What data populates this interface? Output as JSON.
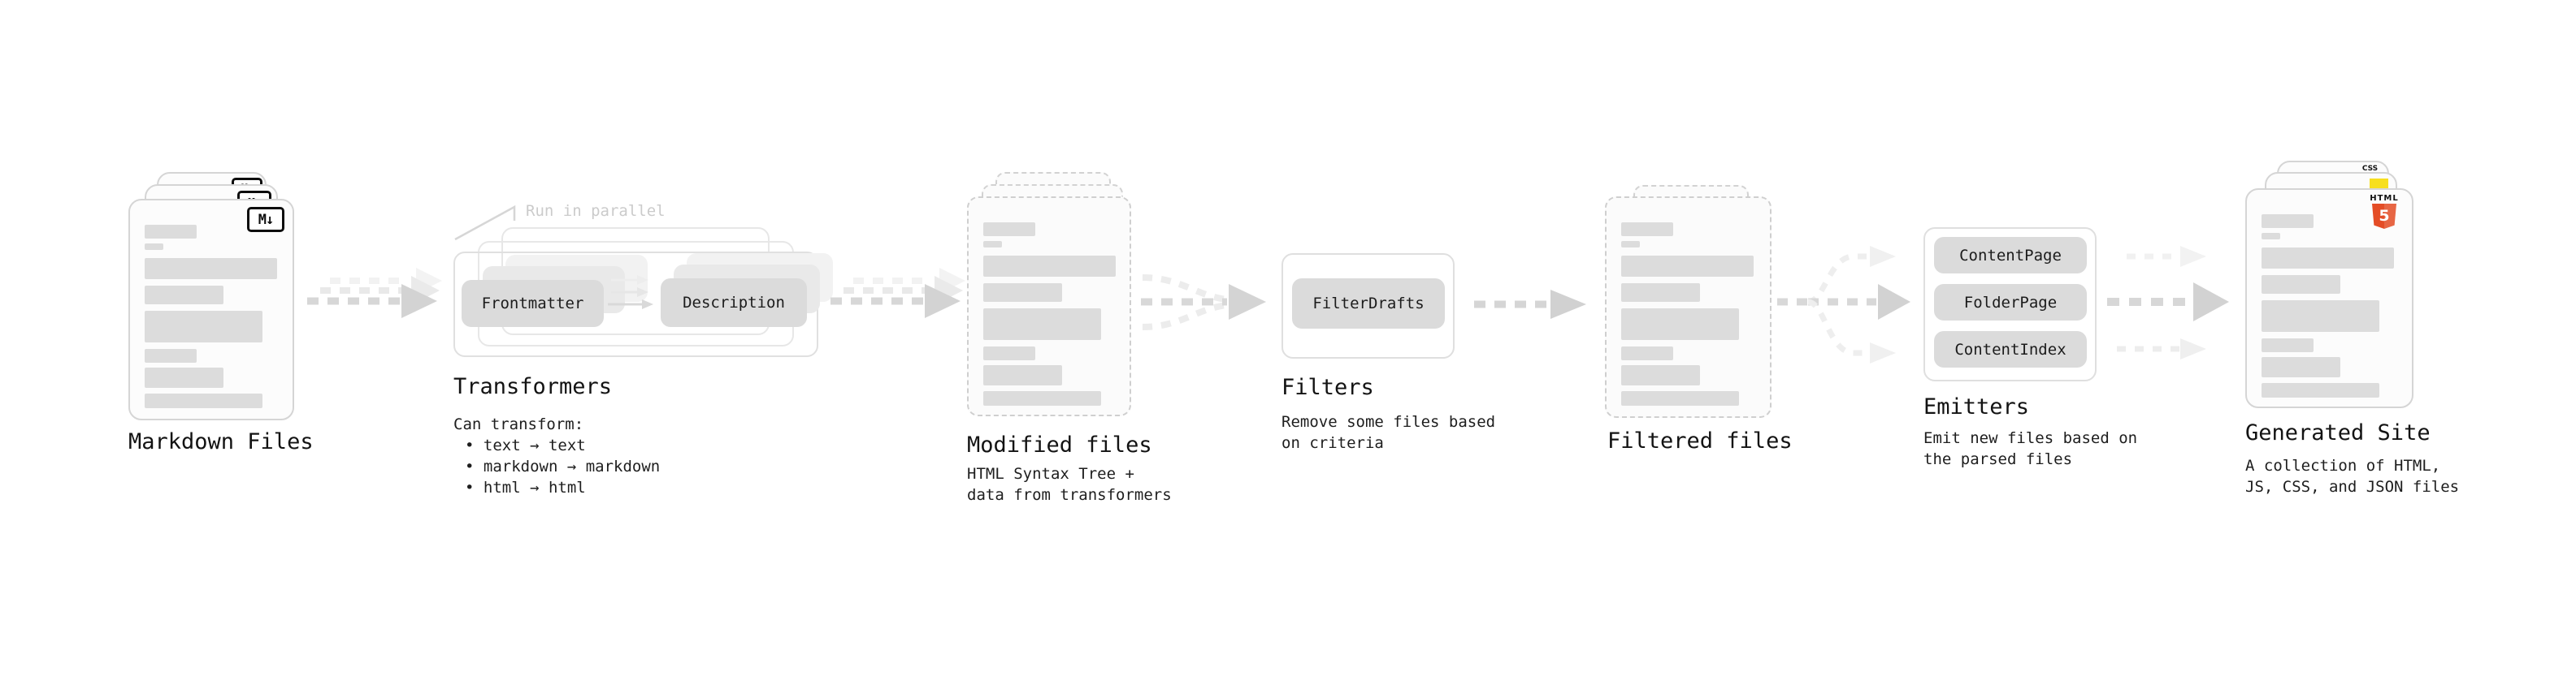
{
  "stages": {
    "markdown": {
      "label": "Markdown Files",
      "badge": "M↓"
    },
    "transformers": {
      "label": "Transformers",
      "note": "Run in parallel",
      "source_button": "Frontmatter",
      "target_button": "Description",
      "desc_title": "Can transform:",
      "bullets": [
        "• text → text",
        "• markdown → markdown",
        "• html → html"
      ]
    },
    "modified": {
      "label": "Modified files",
      "desc_line1": "HTML Syntax Tree +",
      "desc_line2": "data from transformers"
    },
    "filters": {
      "label": "Filters",
      "button": "FilterDrafts",
      "desc_line1": "Remove some files based",
      "desc_line2": "on criteria"
    },
    "filtered": {
      "label": "Filtered files"
    },
    "emitters": {
      "label": "Emitters",
      "buttons": [
        "ContentPage",
        "FolderPage",
        "ContentIndex"
      ],
      "desc_line1": "Emit new files based on",
      "desc_line2": "the parsed files"
    },
    "generated": {
      "label": "Generated Site",
      "desc_line1": "A collection of HTML,",
      "desc_line2": "JS, CSS, and JSON files",
      "css_badge_label": "CSS",
      "html_badge_label": "HTML",
      "html_badge_number": "5"
    }
  },
  "colors": {
    "html5_orange": "#e44d26",
    "js_yellow": "#f7df1e",
    "css_blue": "#2e6be6",
    "markdown_black": "#0d0d0d"
  }
}
